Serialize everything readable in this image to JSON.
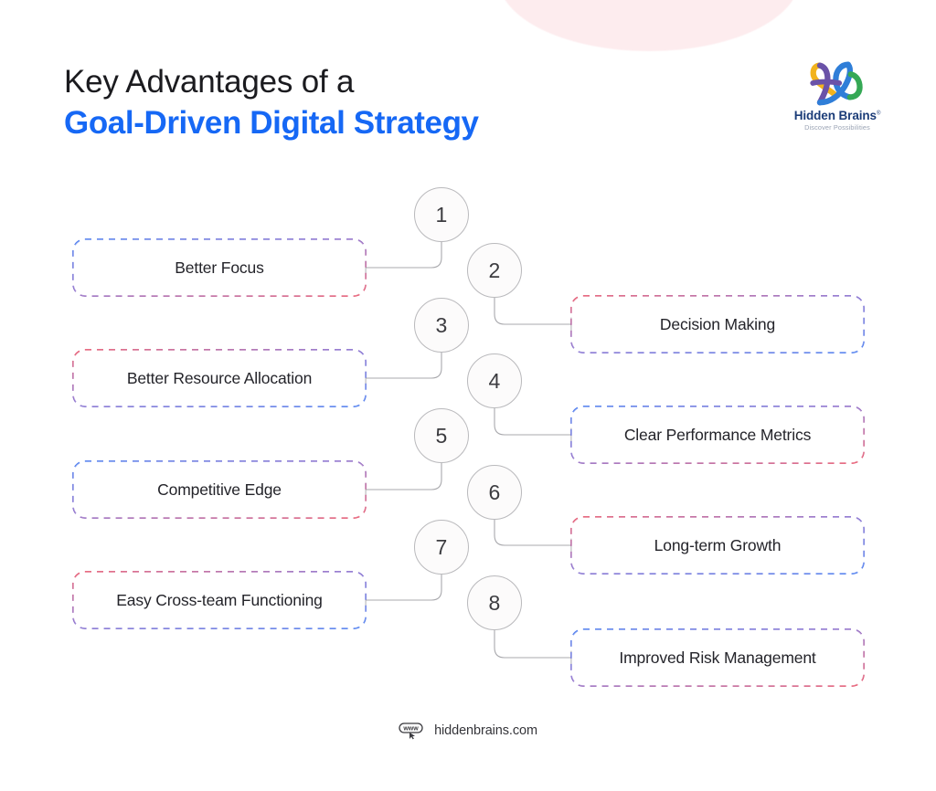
{
  "header": {
    "title_line1": "Key Advantages of a",
    "title_line2": "Goal-Driven Digital Strategy",
    "accent_color": "#1668f5",
    "text_color": "#1b1b1f"
  },
  "logo": {
    "name": "Hidden Brains",
    "registered_mark": "®",
    "tagline": "Discover Possibilities",
    "mark_icon": "hidden-brains-h-monogram-icon",
    "name_color": "#1b3c78",
    "tagline_color": "#9aa3b4",
    "mark_colors": [
      "#f2b31d",
      "#6a52a8",
      "#2f7ed8",
      "#35a855"
    ]
  },
  "diagram": {
    "type": "alternating-zigzag-list",
    "item_count": 8,
    "border_gradient_blue": "#4a7df0",
    "border_gradient_red": "#e8576d",
    "border_gradient_purple": "#7a6fd4",
    "circle_border_color": "#b9b9bc",
    "connector_color": "#a8a8ac",
    "items": [
      {
        "number": "1",
        "label": "Better Focus",
        "side": "left",
        "gradient": "blue-to-red"
      },
      {
        "number": "2",
        "label": "Decision Making",
        "side": "right",
        "gradient": "red-to-blue"
      },
      {
        "number": "3",
        "label": "Better Resource Allocation",
        "side": "left",
        "gradient": "red-to-blue"
      },
      {
        "number": "4",
        "label": "Clear Performance Metrics",
        "side": "right",
        "gradient": "blue-to-red"
      },
      {
        "number": "5",
        "label": "Competitive Edge",
        "side": "left",
        "gradient": "blue-to-red"
      },
      {
        "number": "6",
        "label": "Long-term Growth",
        "side": "right",
        "gradient": "red-to-blue"
      },
      {
        "number": "7",
        "label": "Easy Cross-team Functioning",
        "side": "left",
        "gradient": "red-to-blue"
      },
      {
        "number": "8",
        "label": "Improved Risk Management",
        "side": "right",
        "gradient": "blue-to-red"
      }
    ]
  },
  "footer": {
    "website": "hiddenbrains.com",
    "icon": "www-browser-cursor-icon"
  },
  "background": {
    "top_left_color": "#fde1e4",
    "bottom_right_color": "#dbe8fa",
    "center_color": "#ffffff",
    "blob_color": "#fdecee"
  }
}
